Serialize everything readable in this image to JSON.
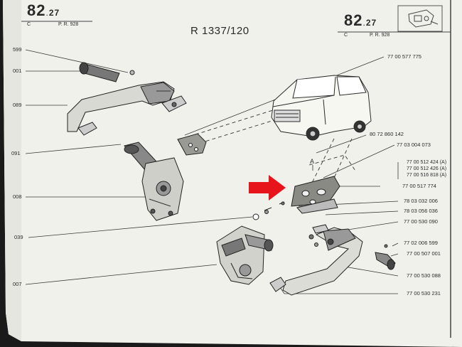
{
  "header": {
    "left_section": "82",
    "left_subsection": "27",
    "left_code": "C",
    "left_ref": "P. R. 928",
    "title": "R 1337/120",
    "right_section": "82",
    "right_subsection": "27",
    "right_code": "C",
    "right_ref": "P. R. 928"
  },
  "left_refs": [
    "599",
    "001",
    "089",
    "091",
    "008",
    "039",
    "007"
  ],
  "right_refs": [
    "77 00 577 775",
    "80 72 860 142",
    "77 03 004 073",
    "77 00 512 424 (A)",
    "77 00 512 426 (A)",
    "77 00 516 818 (A)",
    "77 00 517 774",
    "78 03 032 006",
    "78 03 056 036",
    "77 00 530 090",
    "77 02 006 599",
    "77 00 507 001",
    "77 00 530 088",
    "77 00 530 231"
  ],
  "callout_letter": "A",
  "colors": {
    "paper": "#f1f1ec",
    "ink": "#2a2a2a",
    "arrow": "#e8141b",
    "background": "#1a1a1a"
  },
  "icons": [
    "car-icon",
    "door-lock-icon",
    "red-arrow-icon"
  ]
}
